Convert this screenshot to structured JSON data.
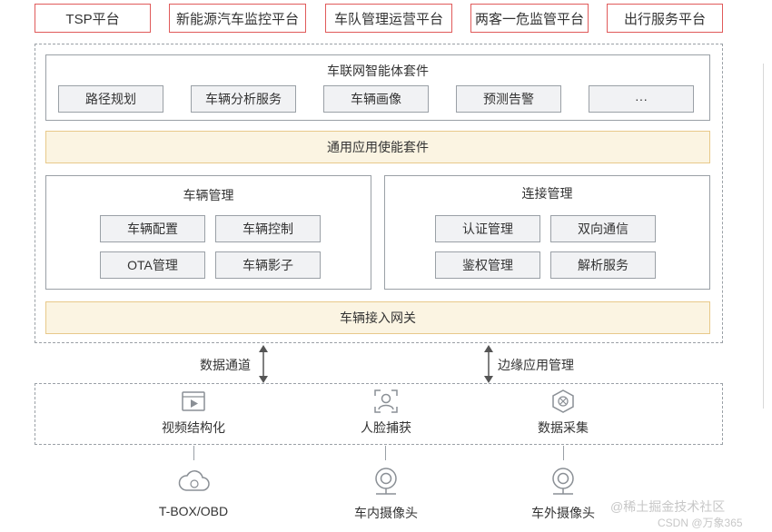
{
  "top_platforms": [
    "TSP平台",
    "新能源汽车监控平台",
    "车队管理运营平台",
    "两客一危监管平台",
    "出行服务平台"
  ],
  "agent_suite": {
    "title": "车联网智能体套件",
    "items": [
      "路径规划",
      "车辆分析服务",
      "车辆画像",
      "预测告警",
      "···"
    ]
  },
  "general_suite": "通用应用使能套件",
  "vehicle_mgmt": {
    "title": "车辆管理",
    "items": [
      "车辆配置",
      "车辆控制",
      "OTA管理",
      "车辆影子"
    ]
  },
  "conn_mgmt": {
    "title": "连接管理",
    "items": [
      "认证管理",
      "双向通信",
      "鉴权管理",
      "解析服务"
    ]
  },
  "gateway": "车辆接入网关",
  "links": {
    "data_channel": "数据通道",
    "edge_app_mgmt": "边缘应用管理"
  },
  "edge": {
    "items": [
      {
        "label": "视频结构化",
        "icon": "video-icon"
      },
      {
        "label": "人脸捕获",
        "icon": "face-icon"
      },
      {
        "label": "数据采集",
        "icon": "data-collect-icon"
      }
    ]
  },
  "devices": [
    {
      "label": "T-BOX/OBD",
      "icon": "cloud-icon"
    },
    {
      "label": "车内摄像头",
      "icon": "camera-icon"
    },
    {
      "label": "车外摄像头",
      "icon": "camera-icon"
    }
  ],
  "watermark": {
    "line1": "@稀土掘金技术社区",
    "line2": "CSDN @万象365"
  }
}
